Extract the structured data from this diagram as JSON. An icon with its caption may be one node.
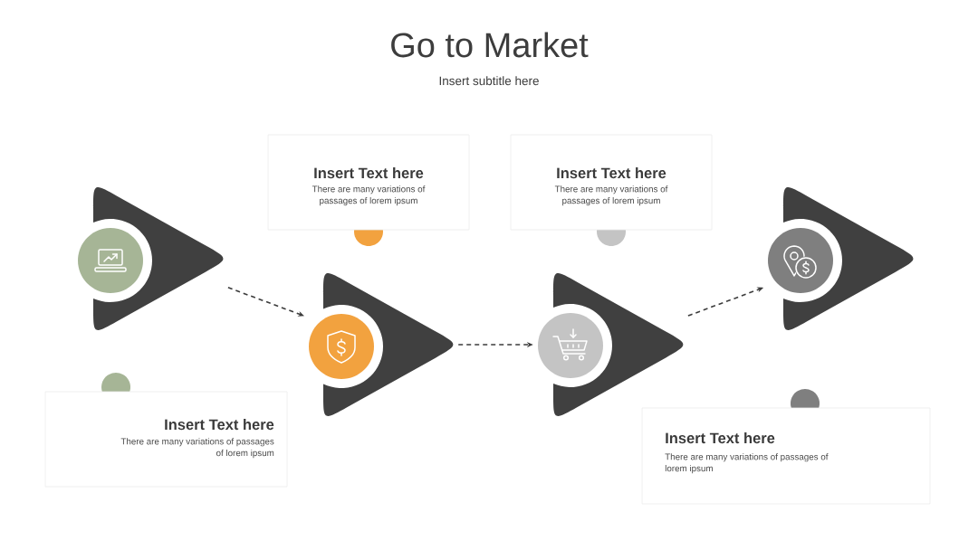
{
  "diagram": {
    "title": "Go to Market",
    "nodes": [
      {
        "text": [],
        "shape": "triangle"
      },
      {
        "text": [
          "Insert Text here",
          "There are many variations of passages of lorem ipsum"
        ]
      },
      {
        "text": [],
        "shape": "triangle"
      },
      {
        "text": [
          "Insert Text here",
          "There are many variations of passages of lorem ipsum"
        ]
      },
      {
        "text": [],
        "shape": "triangle"
      },
      {
        "text": [
          "Insert Text here",
          "There are many variations of passages of lorem ipsum"
        ]
      },
      {
        "text": [],
        "shape": "triangle"
      },
      {
        "text": [
          "Insert Text here",
          "There are many variations of passages of lorem ipsum"
        ]
      }
    ],
    "edges": [
      {
        "from": 0,
        "to": 2,
        "arrow": "to",
        "style": "dashed"
      },
      {
        "from": 2,
        "to": 4,
        "arrow": "to",
        "style": "dashed"
      },
      {
        "from": 4,
        "to": 6,
        "arrow": "to",
        "style": "dashed"
      }
    ],
    "labels": [
      "Insert subtitle here"
    ]
  }
}
